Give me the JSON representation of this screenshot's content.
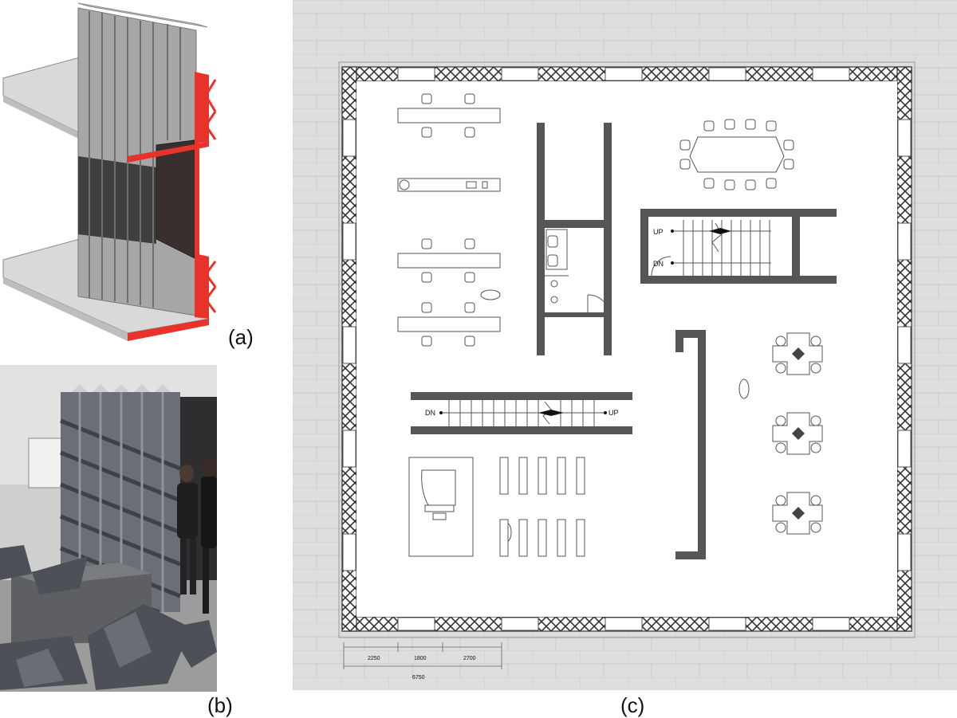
{
  "captions": {
    "a": "(a)",
    "b": "(b)",
    "c": "(c)"
  },
  "plan": {
    "stair_upper": {
      "up": "UP",
      "dn": "DN"
    },
    "stair_lower": {
      "dn": "DN",
      "up": "UP"
    },
    "dimensions": [
      "2250",
      "1800",
      "2700"
    ],
    "dimension_total": "6750"
  },
  "colors": {
    "accent_red": "#e8332a",
    "wall": "#555555",
    "panel_grey": "#9a9a9a",
    "ground": "#dcdcdc"
  }
}
